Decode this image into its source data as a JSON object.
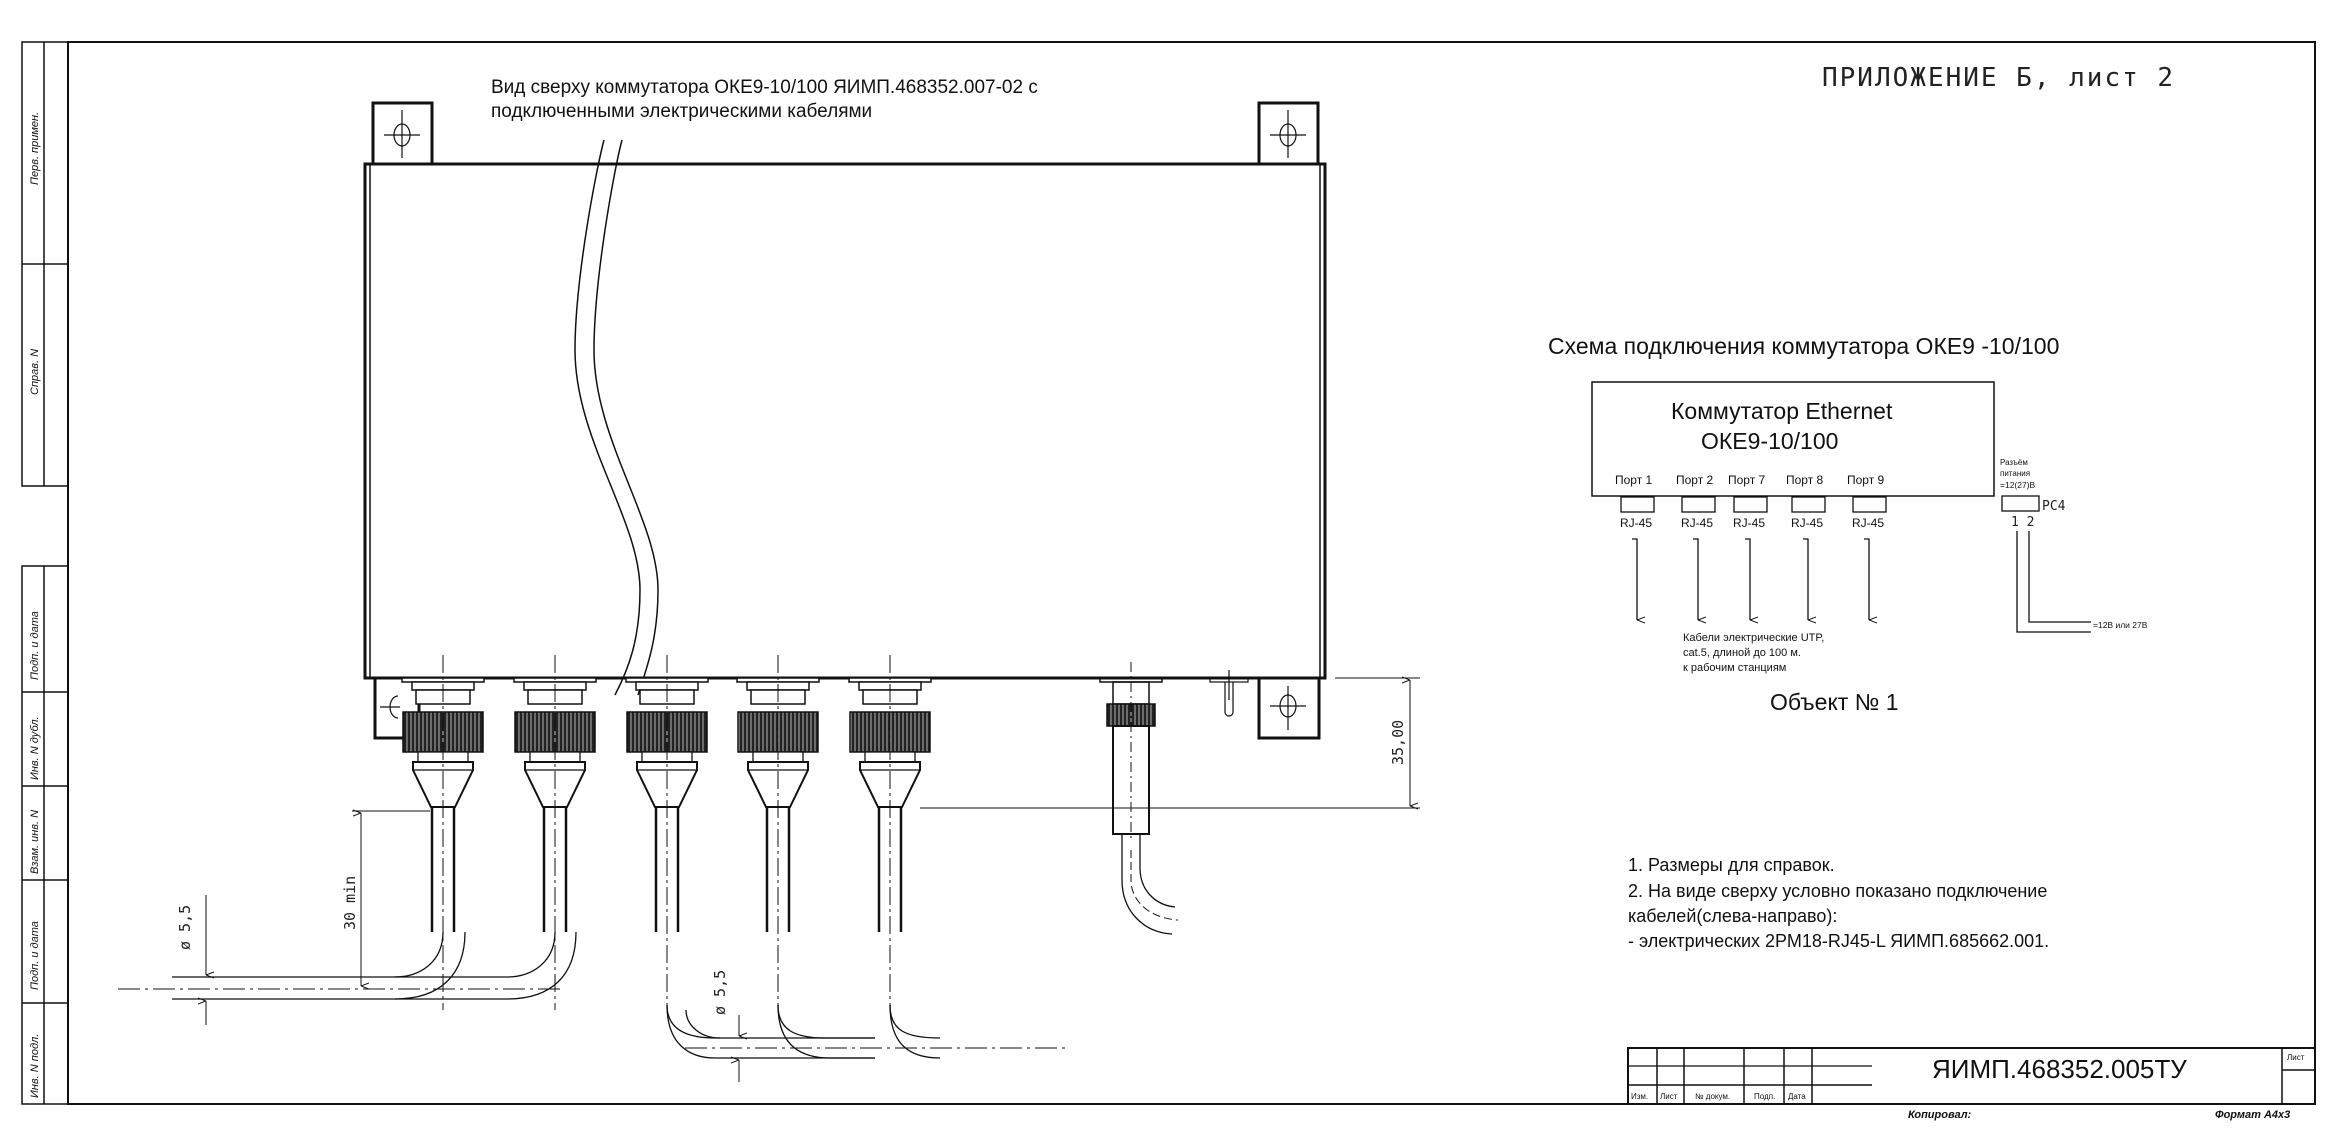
{
  "sheet": {
    "appendix_label": "ПРИЛОЖЕНИЕ Б, лист 2",
    "document_code": "ЯИМП.468352.005ТУ",
    "copied_label": "Копировал:",
    "format_label": "Формат А4х3"
  },
  "side_stamp": [
    "Перв. примен.",
    "Справ. N",
    "Подп. и дата",
    "Инв. N дубл.",
    "Взам. инв. N",
    "Подп. и дата",
    "Инв. N подл."
  ],
  "title_block": {
    "columns": [
      "Изм.",
      "Лист",
      "№ докум.",
      "Подп.",
      "Дата"
    ],
    "sheet_label": "Лист"
  },
  "top_view": {
    "caption_line1": "Вид  сверху коммутатора ОКЕ9-10/100 ЯИМП.468352.007-02 с",
    "caption_line2": "подключенными  электрическими кабелями",
    "dimensions": {
      "height_35": "35,00",
      "cable_bend_30": "30  min",
      "diameter_left": "ø 5,5",
      "diameter_right": "ø 5,5"
    }
  },
  "schematic": {
    "title": "Схема подключения коммутатора ОКЕ9 -10/100",
    "device_line1": "Коммутатор Ethernet",
    "device_line2": "ОКЕ9-10/100",
    "ports": [
      {
        "label": "Порт 1",
        "connector": "RJ-45"
      },
      {
        "label": "Порт 2",
        "connector": "RJ-45"
      },
      {
        "label": "Порт 7",
        "connector": "RJ-45"
      },
      {
        "label": "Порт 8",
        "connector": "RJ-45"
      },
      {
        "label": "Порт 9",
        "connector": "RJ-45"
      }
    ],
    "power": {
      "label_line1": "Разъём",
      "label_line2": "питания",
      "label_line3": "=12(27)В",
      "connector_id": "РС4",
      "pins": "1  2",
      "supply_note": "=12В или 27В"
    },
    "cable_note_line1": "Кабели электрические UTP,",
    "cable_note_line2": "cat.5, длиной до 100 м.",
    "cable_note_line3": "к рабочим станциям",
    "object_label": "Объект № 1"
  },
  "notes": [
    "1. Размеры для справок.",
    "2. На виде сверху условно показано подключение",
    "кабелей(слева-направо):",
    "- электрических 2РМ18-RJ45-L  ЯИМП.685662.001."
  ]
}
